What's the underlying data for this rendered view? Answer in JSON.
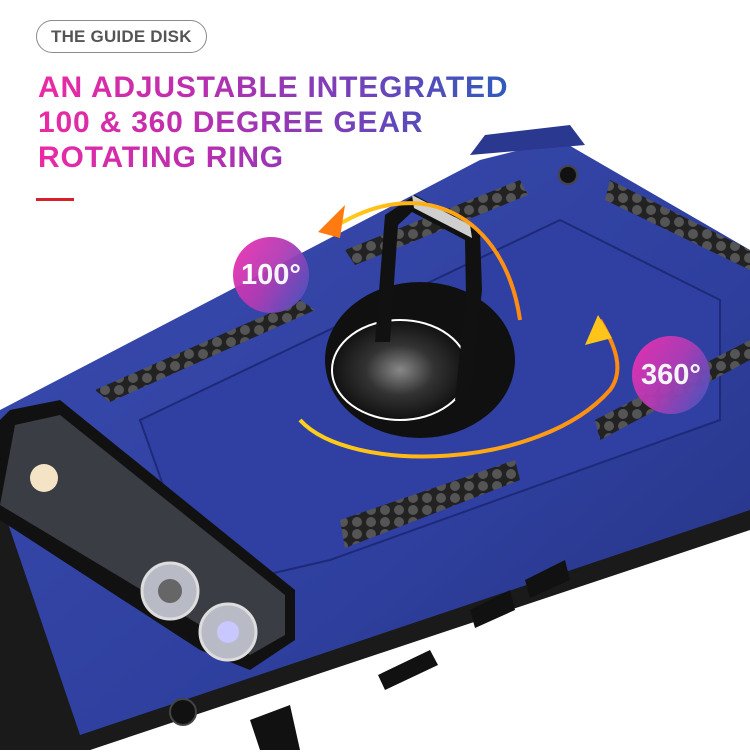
{
  "badge": {
    "label": "THE GUIDE DISK"
  },
  "headline": {
    "lines": [
      "AN ADJUSTABLE INTEGRATED",
      "100 & 360 DEGREE GEAR",
      "ROTATING RING"
    ],
    "gradient_colors": [
      "#ec2aa4",
      "#7a3fb8",
      "#2f5bbd"
    ]
  },
  "accent_bar_color": "#d8202a",
  "callouts": [
    {
      "label": "100°"
    },
    {
      "label": "360°"
    }
  ],
  "product": {
    "case_color": "#2e3f9e",
    "ring_color": "#111111",
    "arrow_colors": [
      "#ffd21a",
      "#ff8a10"
    ]
  }
}
